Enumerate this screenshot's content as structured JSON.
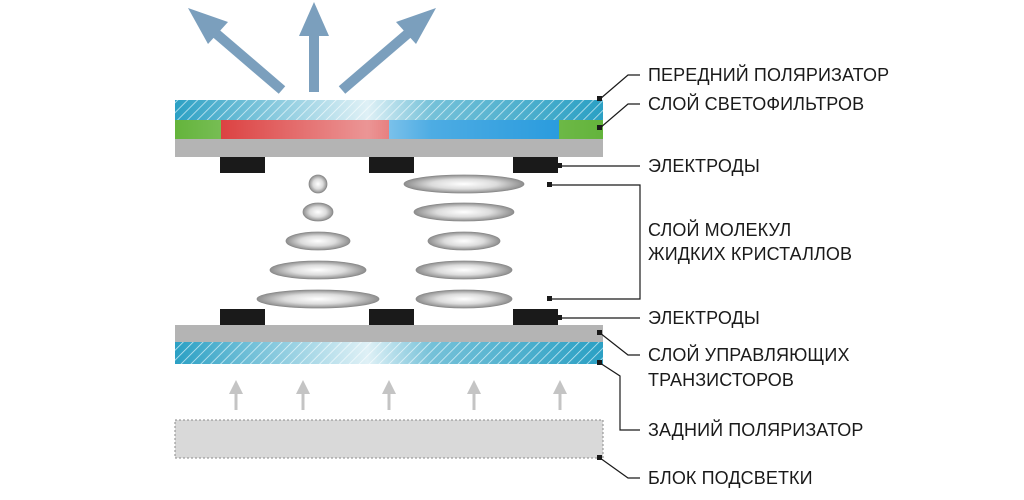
{
  "labels": {
    "front_polarizer": "ПЕРЕДНИЙ ПОЛЯРИЗАТОР",
    "color_filter_layer": "СЛОЙ СВЕТОФИЛЬТРОВ",
    "electrodes_top": "ЭЛЕКТРОДЫ",
    "lc_layer_line1": "СЛОЙ МОЛЕКУЛ",
    "lc_layer_line2": "ЖИДКИХ КРИСТАЛЛОВ",
    "electrodes_bottom": "ЭЛЕКТРОДЫ",
    "tft_layer_line1": "СЛОЙ УПРАВЛЯЮЩИХ",
    "tft_layer_line2": "ТРАНЗИСТОРОВ",
    "rear_polarizer": "ЗАДНИЙ ПОЛЯРИЗАТОР",
    "backlight": "БЛОК ПОДСВЕТКИ"
  },
  "colors": {
    "polarizer": "#2a9dc2",
    "filter_green": "#64b43c",
    "filter_red": "#d72828",
    "filter_blue": "#1e96dc",
    "glass": "#b4b4b4",
    "electrode": "#1a1a1a",
    "light_arrow_out": "#7b9fbd",
    "light_arrow_in": "#c4c4c4",
    "backlight_fill": "#d9d9d9",
    "leader_line": "#1a1a1a"
  }
}
